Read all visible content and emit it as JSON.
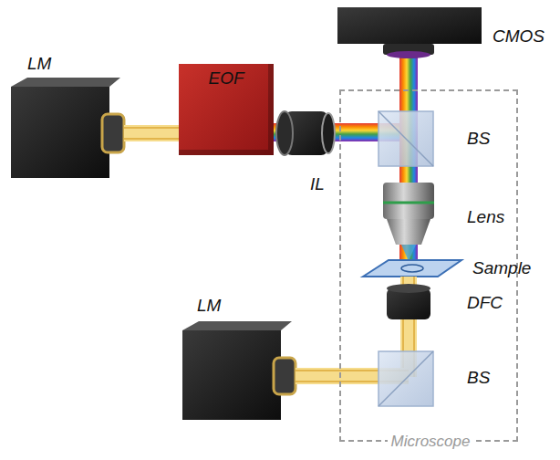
{
  "diagram": {
    "nodes": [
      {
        "text": [
          "EOF"
        ]
      },
      {
        "text": [
          "Microscope"
        ]
      }
    ],
    "labels": [
      "CMOS",
      "LM",
      "BS",
      "IL",
      "Lens",
      "Sample",
      "DFC",
      "LM",
      "BS"
    ]
  }
}
